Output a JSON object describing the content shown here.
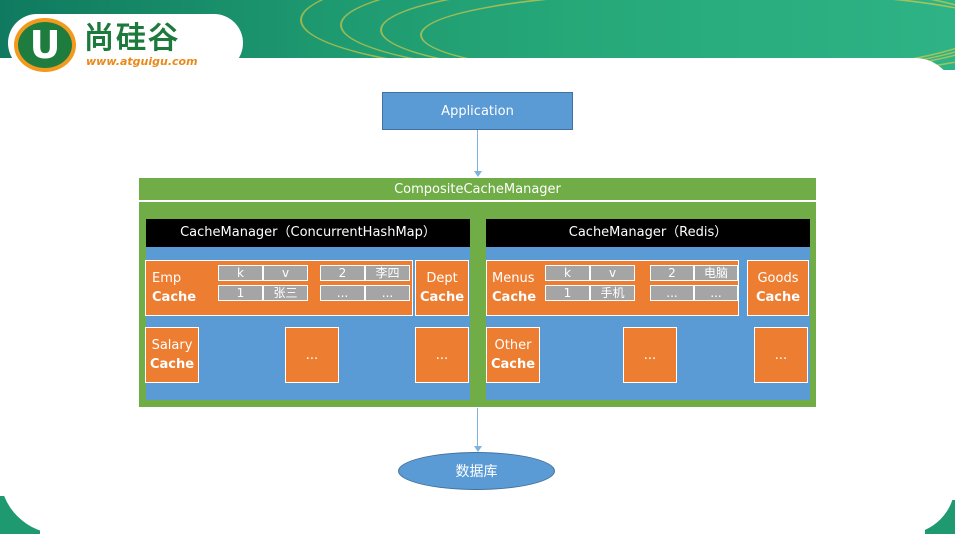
{
  "logo": {
    "letter": "U",
    "name": "尚硅谷",
    "url": "www.atguigu.com"
  },
  "diagram": {
    "application": "Application",
    "composite": "CompositeCacheManager",
    "left": {
      "header": "CacheManager（ConcurrentHashMap）",
      "emp_cache": {
        "name": "Emp",
        "kind": "Cache"
      },
      "kv_table": [
        [
          "k",
          "v"
        ],
        [
          "1",
          "张三"
        ]
      ],
      "kv_table2": [
        [
          "2",
          "李四"
        ],
        [
          "...",
          "..."
        ]
      ],
      "dept_cache": {
        "name": "Dept",
        "kind": "Cache"
      },
      "salary_cache": {
        "name": "Salary",
        "kind": "Cache"
      },
      "more1": "...",
      "more2": "..."
    },
    "right": {
      "header": "CacheManager（Redis）",
      "menus_cache": {
        "name": "Menus",
        "kind": "Cache"
      },
      "kv_table": [
        [
          "k",
          "v"
        ],
        [
          "1",
          "手机"
        ]
      ],
      "kv_table2": [
        [
          "2",
          "电脑"
        ],
        [
          "...",
          "..."
        ]
      ],
      "goods_cache": {
        "name": "Goods",
        "kind": "Cache"
      },
      "other_cache": {
        "name": "Other",
        "kind": "Cache"
      },
      "more1": "...",
      "more2": "..."
    },
    "database": "数据库"
  },
  "colors": {
    "blue": "#5b9bd5",
    "green": "#70ad47",
    "orange": "#ed7d31",
    "gray": "#a5a5a5",
    "black": "#000000",
    "banner": "#1e9a70"
  }
}
